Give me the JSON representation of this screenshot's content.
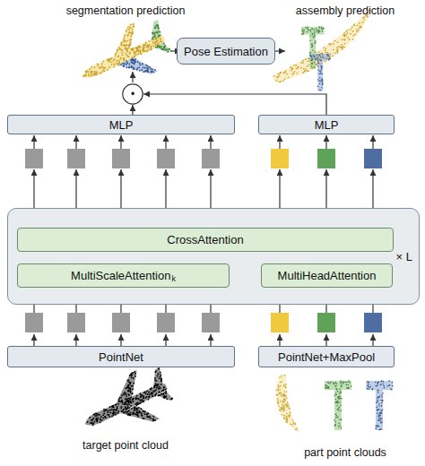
{
  "diagram": {
    "nodes": [
      {
        "text": [
          "Pose Estimation"
        ]
      },
      {
        "text": [
          "•"
        ]
      },
      {
        "text": [
          "MLP"
        ]
      },
      {
        "text": [
          "MLP"
        ]
      },
      {
        "text": [
          "× L"
        ]
      },
      {
        "text": [
          "CrossAttention"
        ],
        "in": 4
      },
      {
        "text": [
          "MultiScaleAttention",
          "k"
        ],
        "in": 4
      },
      {
        "text": [
          "MultiHeadAttention"
        ],
        "in": 4
      },
      {
        "text": [
          "PointNet"
        ]
      },
      {
        "text": [
          "PointNet+MaxPool"
        ]
      }
    ],
    "edges": [
      {
        "from": 2,
        "to": 1,
        "arrow": "to"
      },
      {
        "from": 3,
        "to": 1,
        "arrow": "to"
      }
    ],
    "labels": [
      "segmentation prediction",
      "assembly prediction",
      "target point cloud",
      "part point clouds"
    ]
  }
}
